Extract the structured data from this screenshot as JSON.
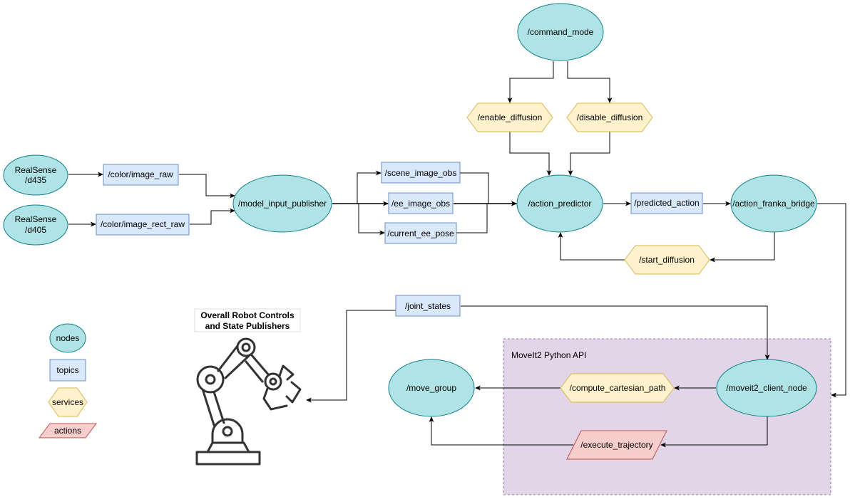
{
  "colors": {
    "node_fill": "#b0e3e6",
    "node_stroke": "#0e8088",
    "topic_fill": "#dae8fc",
    "topic_stroke": "#6c8ebf",
    "service_fill": "#fff2cc",
    "service_stroke": "#d6b656",
    "action_fill": "#f8cecc",
    "action_stroke": "#b85450",
    "group_fill": "#e1d5e7",
    "group_stroke": "#9673a6",
    "edge": "#000000"
  },
  "nodes": {
    "realsense_d435": [
      "RealSense",
      "/d435"
    ],
    "realsense_d405": [
      "RealSense",
      "/d405"
    ],
    "model_input_publisher": "/model_input_publisher",
    "command_mode": "/command_mode",
    "action_predictor": "/action_predictor",
    "action_franka_bridge": "/action_franka_bridge",
    "moveit2_client_node": "/moveit2_client_node",
    "move_group": "/move_group"
  },
  "topics": {
    "color_image_raw": "/color/image_raw",
    "color_image_rect_raw": "/color/image_rect_raw",
    "scene_image_obs": "/scene_image_obs",
    "ee_image_obs": "/ee_image_obs",
    "current_ee_pose": "/current_ee_pose",
    "predicted_action": "/predicted_action",
    "joint_states": "/joint_states"
  },
  "services": {
    "enable_diffusion": "/enable_diffusion",
    "disable_diffusion": "/disable_diffusion",
    "start_diffusion": "/start_diffusion",
    "compute_cartesian_path": "/compute_cartesian_path"
  },
  "actions": {
    "execute_trajectory": "/execute_trajectory"
  },
  "group": {
    "title": "MoveIt2 Python API"
  },
  "robot": {
    "caption": [
      "Overall Robot Controls",
      "and State Publishers"
    ],
    "icon": "robot-arm-icon"
  },
  "legend": {
    "nodes": "nodes",
    "topics": "topics",
    "services": "services",
    "actions": "actions"
  }
}
